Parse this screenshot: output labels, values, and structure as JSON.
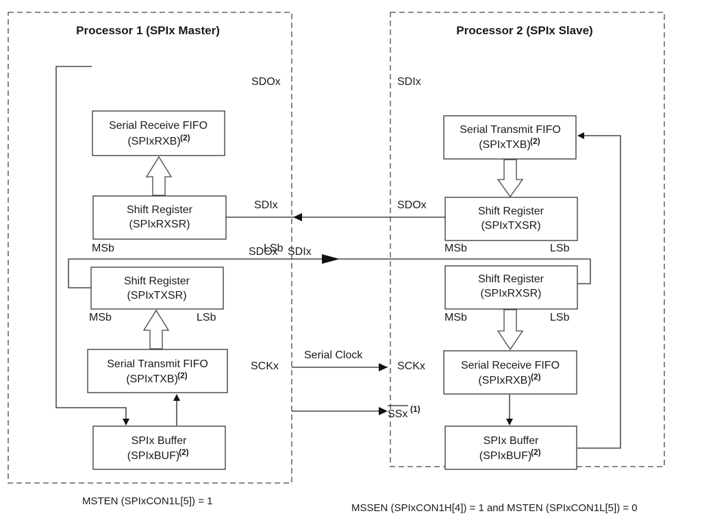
{
  "master": {
    "title": "Processor 1 (SPIx Master)",
    "sdo_top": "SDOx",
    "sdi": "SDIx",
    "sdo_mid": "SDOx",
    "sck": "SCKx",
    "msb_rx": "MSb",
    "lsb_rx": "LSb",
    "msb_tx": "MSb",
    "lsb_tx": "LSb",
    "rx_fifo": {
      "line1": "Serial Receive FIFO",
      "line2": "(SPIxRXB)",
      "note": "(2)"
    },
    "rx_shift": {
      "line1": "Shift Register",
      "line2": "(SPIxRXSR)"
    },
    "tx_shift": {
      "line1": "Shift Register",
      "line2": "(SPIxTXSR)"
    },
    "tx_fifo": {
      "line1": "Serial Transmit FIFO",
      "line2": "(SPIxTXB)",
      "note": "(2)"
    },
    "buffer": {
      "line1": "SPIx Buffer",
      "line2": "(SPIxBUF)",
      "note": "(2)"
    },
    "footer": "MSTEN (SPIxCON1L[5]) = 1"
  },
  "slave": {
    "title": "Processor 2 (SPIx Slave)",
    "sdi_top": "SDIx",
    "sdo": "SDOx",
    "sdi_mid": "SDIx",
    "sck": "SCKx",
    "ss": "SSx",
    "ss_note": "(1)",
    "msb_tx": "MSb",
    "lsb_tx": "LSb",
    "msb_rx": "MSb",
    "lsb_rx": "LSb",
    "tx_fifo": {
      "line1": "Serial Transmit FIFO",
      "line2": "(SPIxTXB)",
      "note": "(2)"
    },
    "tx_shift": {
      "line1": "Shift Register",
      "line2": "(SPIxTXSR)"
    },
    "rx_shift": {
      "line1": "Shift Register",
      "line2": "(SPIxRXSR)"
    },
    "rx_fifo": {
      "line1": "Serial Receive FIFO",
      "line2": "(SPIxRXB)",
      "note": "(2)"
    },
    "buffer": {
      "line1": "SPIx Buffer",
      "line2": "(SPIxBUF)",
      "note": "(2)"
    },
    "footer": "MSSEN (SPIxCON1H[4]) = 1 and MSTEN (SPIxCON1L[5]) = 0"
  },
  "link": {
    "serial_clock": "Serial Clock"
  }
}
